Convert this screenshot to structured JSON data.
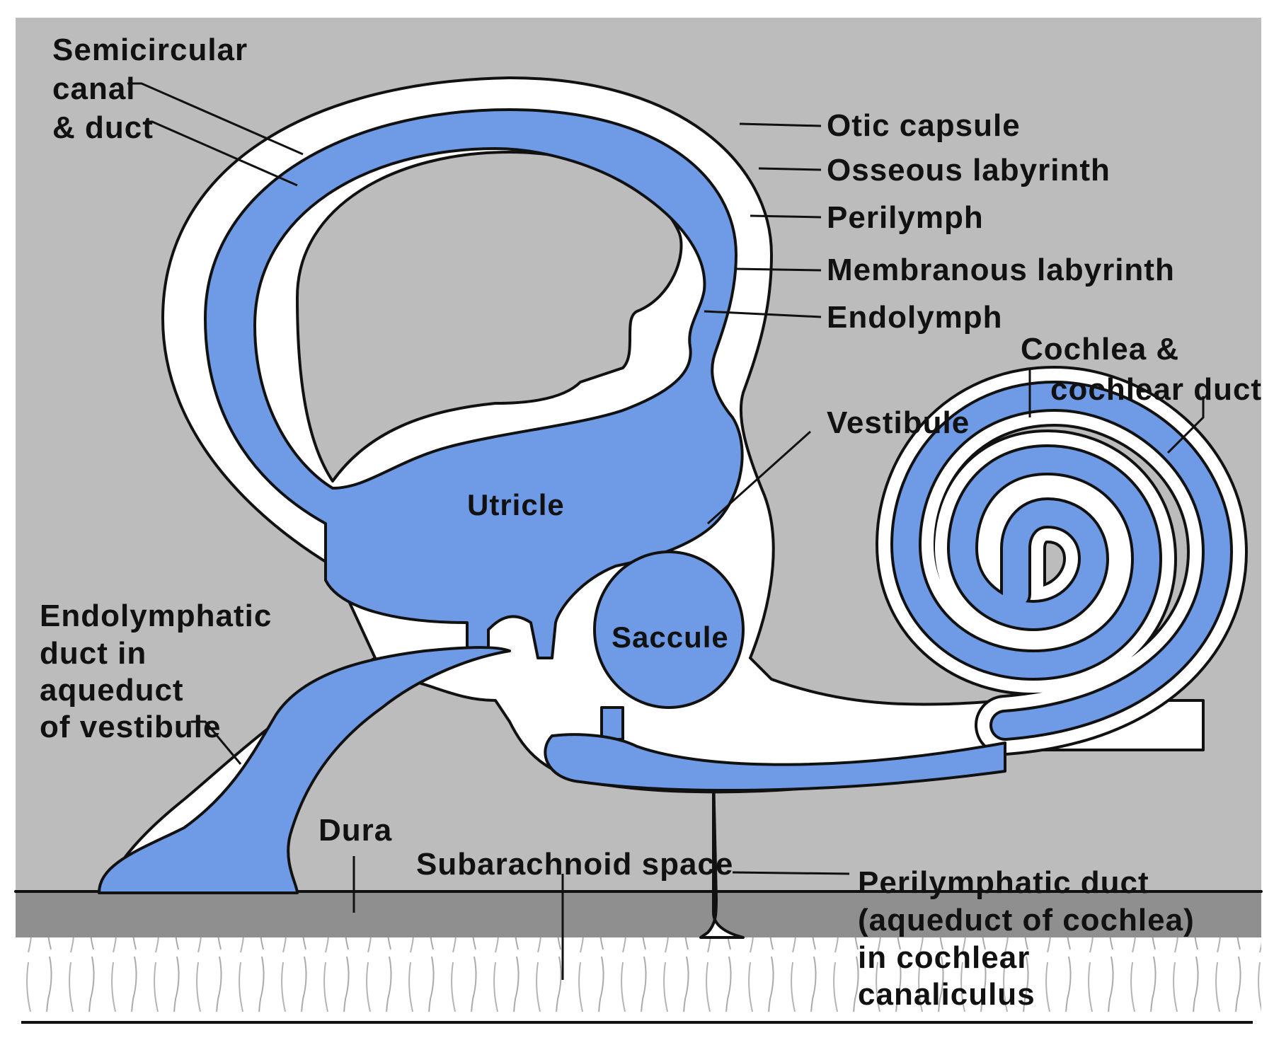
{
  "colors": {
    "bone": "#bcbcbc",
    "perilymph": "#ffffff",
    "endolymph": "#6f9be6",
    "dura": "#8f8f8f",
    "outline": "#111111"
  },
  "labels": {
    "semicircular_1": "Semicircular",
    "semicircular_2": "canal",
    "semicircular_3": "& duct",
    "otic_capsule": "Otic capsule",
    "osseous_labyrinth": "Osseous labyrinth",
    "perilymph": "Perilymph",
    "membranous_labyrinth": "Membranous labyrinth",
    "endolymph": "Endolymph",
    "cochlea_1": "Cochlea &",
    "cochlea_2": "cochlear duct",
    "vestibule": "Vestibule",
    "utricle": "Utricle",
    "saccule": "Saccule",
    "endolymphatic_1": "Endolymphatic",
    "endolymphatic_2": "duct in",
    "endolymphatic_3": "aqueduct",
    "endolymphatic_4": "of vestibule",
    "dura": "Dura",
    "subarachnoid": "Subarachnoid space",
    "perilymphatic_1": "Perilymphatic duct",
    "perilymphatic_2": "(aqueduct of cochlea)",
    "perilymphatic_3": "in cochlear",
    "perilymphatic_4": "canaliculus"
  }
}
